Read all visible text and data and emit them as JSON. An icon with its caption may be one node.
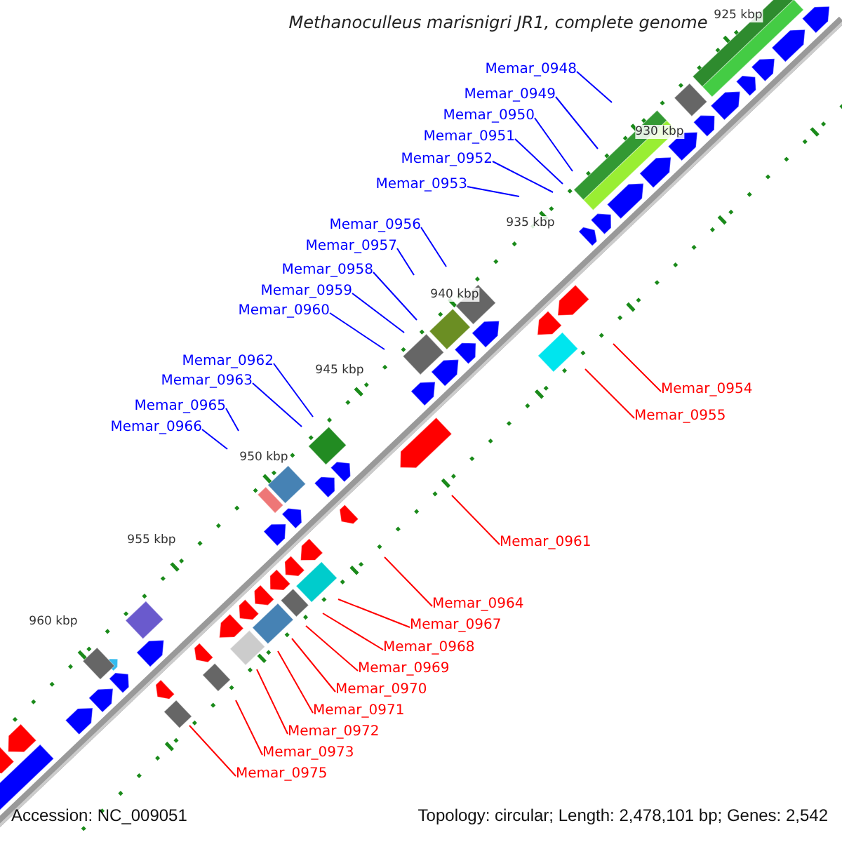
{
  "diagram": {
    "title": "Methanoculleus marisnigri JR1, complete genome",
    "nodes": [
      {
        "text": [
          "Memar_0948"
        ]
      },
      {
        "text": [
          "Memar_0949"
        ]
      },
      {
        "text": [
          "Memar_0950"
        ]
      },
      {
        "text": [
          "Memar_0951"
        ]
      },
      {
        "text": [
          "Memar_0952"
        ]
      },
      {
        "text": [
          "Memar_0953"
        ]
      },
      {
        "text": [
          "Memar_0956"
        ]
      },
      {
        "text": [
          "Memar_0957"
        ]
      },
      {
        "text": [
          "Memar_0958"
        ]
      },
      {
        "text": [
          "Memar_0959"
        ]
      },
      {
        "text": [
          "Memar_0960"
        ]
      },
      {
        "text": [
          "Memar_0962"
        ]
      },
      {
        "text": [
          "Memar_0963"
        ]
      },
      {
        "text": [
          "Memar_0954"
        ]
      },
      {
        "text": [
          "Memar_0965"
        ]
      },
      {
        "text": [
          "Memar_0955"
        ]
      },
      {
        "text": [
          "Memar_0966"
        ]
      },
      {
        "text": [
          "Memar_0961"
        ]
      },
      {
        "text": [
          "Memar_0964"
        ]
      },
      {
        "text": [
          "Memar_0967"
        ]
      },
      {
        "text": [
          "Memar_0968"
        ]
      },
      {
        "text": [
          "Memar_0969"
        ]
      },
      {
        "text": [
          "Memar_0970"
        ]
      },
      {
        "text": [
          "Memar_0971"
        ]
      },
      {
        "text": [
          "Memar_0972"
        ]
      },
      {
        "text": [
          "Memar_0973"
        ]
      },
      {
        "text": [
          "Memar_0975"
        ]
      }
    ],
    "edges": [
      {
        "from": 0,
        "to": null,
        "arrow": "none"
      },
      {
        "from": 1,
        "to": null,
        "arrow": "none"
      },
      {
        "from": 2,
        "to": null,
        "arrow": "none"
      },
      {
        "from": 3,
        "to": null,
        "arrow": "none"
      },
      {
        "from": 4,
        "to": null,
        "arrow": "none"
      },
      {
        "from": 5,
        "to": null,
        "arrow": "none"
      },
      {
        "from": 6,
        "to": null,
        "arrow": "none"
      },
      {
        "from": 7,
        "to": null,
        "arrow": "none"
      },
      {
        "from": 8,
        "to": null,
        "arrow": "none"
      },
      {
        "from": 9,
        "to": null,
        "arrow": "none"
      },
      {
        "from": 10,
        "to": null,
        "arrow": "none"
      },
      {
        "from": 11,
        "to": null,
        "arrow": "none"
      },
      {
        "from": 12,
        "to": null,
        "arrow": "none"
      },
      {
        "from": 13,
        "to": null,
        "arrow": "none",
        "color": "#ff0000"
      },
      {
        "from": 14,
        "to": null,
        "arrow": "none"
      },
      {
        "from": 15,
        "to": null,
        "arrow": "none",
        "color": "#ff0000"
      },
      {
        "from": 16,
        "to": null,
        "arrow": "none"
      },
      {
        "from": 17,
        "to": null,
        "arrow": "none",
        "color": "#ff0000"
      },
      {
        "from": 18,
        "to": null,
        "arrow": "none",
        "color": "#ff0000"
      },
      {
        "from": 19,
        "to": null,
        "arrow": "none",
        "color": "#ff0000"
      },
      {
        "from": 20,
        "to": null,
        "arrow": "none",
        "color": "#ff0000"
      },
      {
        "from": 21,
        "to": null,
        "arrow": "none",
        "color": "#ff0000"
      },
      {
        "from": 22,
        "to": null,
        "arrow": "none",
        "color": "#ff0000"
      },
      {
        "from": 23,
        "to": null,
        "arrow": "none",
        "color": "#ff0000"
      },
      {
        "from": 24,
        "to": null,
        "arrow": "none",
        "color": "#ff0000"
      },
      {
        "from": 25,
        "to": null,
        "arrow": "none",
        "color": "#ff0000"
      },
      {
        "from": 26,
        "to": null,
        "arrow": "none",
        "color": "#ff0000"
      }
    ],
    "labels": [
      "925 kbp",
      "930 kbp",
      "935 kbp",
      "940 kbp",
      "945 kbp",
      "950 kbp",
      "955 kbp",
      "960 kbp",
      "Accession: NC_009051",
      "Topology: circular; Length: 2,478,101 bp; Genes: 2,542"
    ]
  }
}
